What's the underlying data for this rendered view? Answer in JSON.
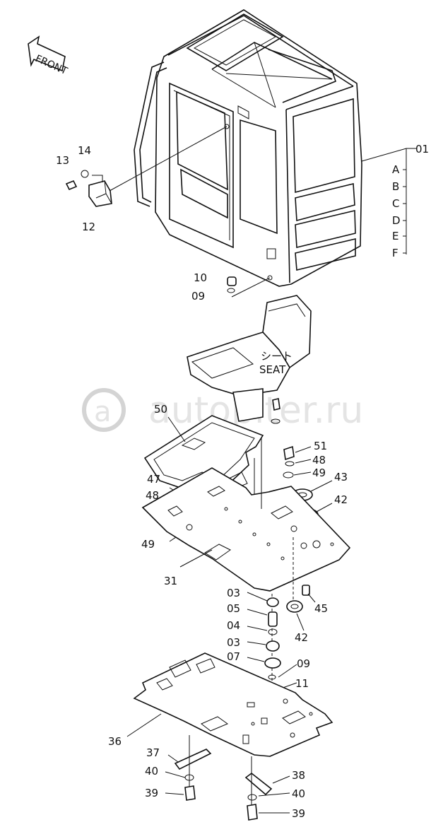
{
  "front_arrow": "FRONT",
  "seat": {
    "jp": "シート",
    "en": "SEAT"
  },
  "watermark": "autopiter.ru",
  "cab_variants": [
    "A",
    "B",
    "C",
    "D",
    "E",
    "F"
  ],
  "parts": {
    "p01": "01",
    "p03a": "03",
    "p03b": "03",
    "p04": "04",
    "p05": "05",
    "p07": "07",
    "p09a": "09",
    "p09b": "09",
    "p10": "10",
    "p11": "11",
    "p12": "12",
    "p13": "13",
    "p14": "14",
    "p31": "31",
    "p36": "36",
    "p37": "37",
    "p38": "38",
    "p39a": "39",
    "p39b": "39",
    "p40a": "40",
    "p40b": "40",
    "p42a": "42",
    "p42b": "42",
    "p43": "43",
    "p45": "45",
    "p47": "47",
    "p48a": "48",
    "p48b": "48",
    "p49a": "49",
    "p49b": "49",
    "p50": "50",
    "p51": "51"
  }
}
